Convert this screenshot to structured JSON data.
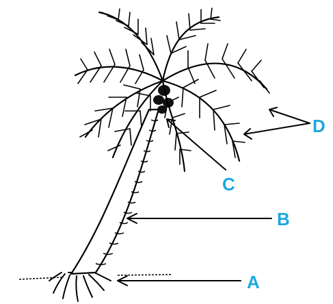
{
  "colors": {
    "label": "#1ea7e1",
    "ink": "#000000",
    "background": "#ffffff"
  },
  "labels": {
    "a": "A",
    "b": "B",
    "c": "C",
    "d": "D"
  },
  "parts": {
    "a": "roots",
    "b": "trunk",
    "c": "fruit",
    "d": "leaves"
  }
}
